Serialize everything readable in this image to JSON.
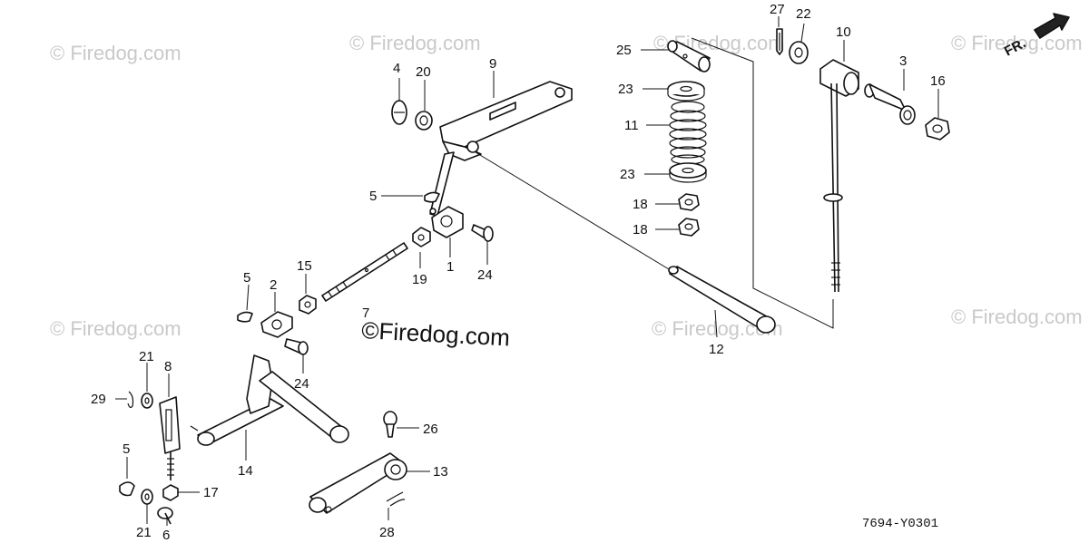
{
  "diagram": {
    "watermark": "© Firedog.com",
    "center_watermark": "©Firedog.com",
    "drawing_code": "7694-Y0301",
    "front_label": "FR.",
    "callouts": [
      {
        "id": "c4",
        "label": "4"
      },
      {
        "id": "c20",
        "label": "20"
      },
      {
        "id": "c9",
        "label": "9"
      },
      {
        "id": "c5a",
        "label": "5"
      },
      {
        "id": "c15",
        "label": "15"
      },
      {
        "id": "c19",
        "label": "19"
      },
      {
        "id": "c1",
        "label": "1"
      },
      {
        "id": "c24a",
        "label": "24"
      },
      {
        "id": "c5b",
        "label": "5"
      },
      {
        "id": "c2",
        "label": "2"
      },
      {
        "id": "c7",
        "label": "7"
      },
      {
        "id": "c24b",
        "label": "24"
      },
      {
        "id": "c21a",
        "label": "21"
      },
      {
        "id": "c8",
        "label": "8"
      },
      {
        "id": "c29",
        "label": "29"
      },
      {
        "id": "c14",
        "label": "14"
      },
      {
        "id": "c5c",
        "label": "5"
      },
      {
        "id": "c17",
        "label": "17"
      },
      {
        "id": "c21b",
        "label": "21"
      },
      {
        "id": "c6",
        "label": "6"
      },
      {
        "id": "c26",
        "label": "26"
      },
      {
        "id": "c13",
        "label": "13"
      },
      {
        "id": "c28",
        "label": "28"
      },
      {
        "id": "c25",
        "label": "25"
      },
      {
        "id": "c23a",
        "label": "23"
      },
      {
        "id": "c11",
        "label": "11"
      },
      {
        "id": "c23b",
        "label": "23"
      },
      {
        "id": "c18a",
        "label": "18"
      },
      {
        "id": "c18b",
        "label": "18"
      },
      {
        "id": "c27",
        "label": "27"
      },
      {
        "id": "c22",
        "label": "22"
      },
      {
        "id": "c10",
        "label": "10"
      },
      {
        "id": "c3",
        "label": "3"
      },
      {
        "id": "c16",
        "label": "16"
      },
      {
        "id": "c12",
        "label": "12"
      }
    ]
  }
}
